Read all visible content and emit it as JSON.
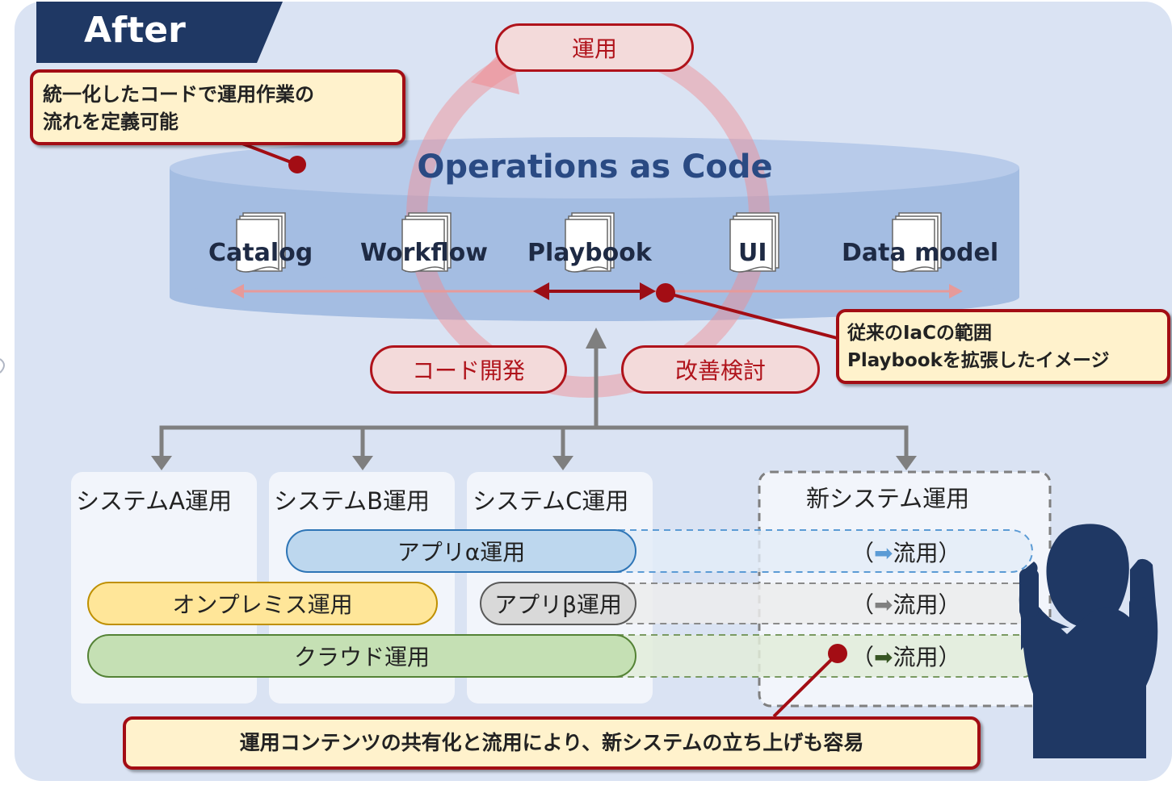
{
  "badge": "After",
  "cycle": {
    "top": "運用",
    "left": "コード開発",
    "right": "改善検討"
  },
  "callouts": {
    "unified_line1": "統一化したコードで運用作業の",
    "unified_line2": "流れを定義可能",
    "iac_line1": "従来のIaCの範囲",
    "iac_line2": "Playbookを拡張したイメージ",
    "bottom": "運用コンテンツの共有化と流用により、新システムの立ち上げも容易"
  },
  "cylinder": {
    "title": "Operations as Code",
    "items": [
      "Catalog",
      "Workflow",
      "Playbook",
      "UI",
      "Data model"
    ]
  },
  "systems": [
    "システムA運用",
    "システムB運用",
    "システムC運用",
    "新システム運用"
  ],
  "rows": {
    "alpha": "アプリα運用",
    "onprem": "オンプレミス運用",
    "beta": "アプリβ運用",
    "cloud": "クラウド運用",
    "reuse": "流用"
  },
  "colors": {
    "navy": "#1f3864",
    "red": "#b0131b",
    "blue_row": "#5b9bd5",
    "grey_row": "#808080",
    "green_row": "#375623",
    "background": "#dae3f3"
  }
}
